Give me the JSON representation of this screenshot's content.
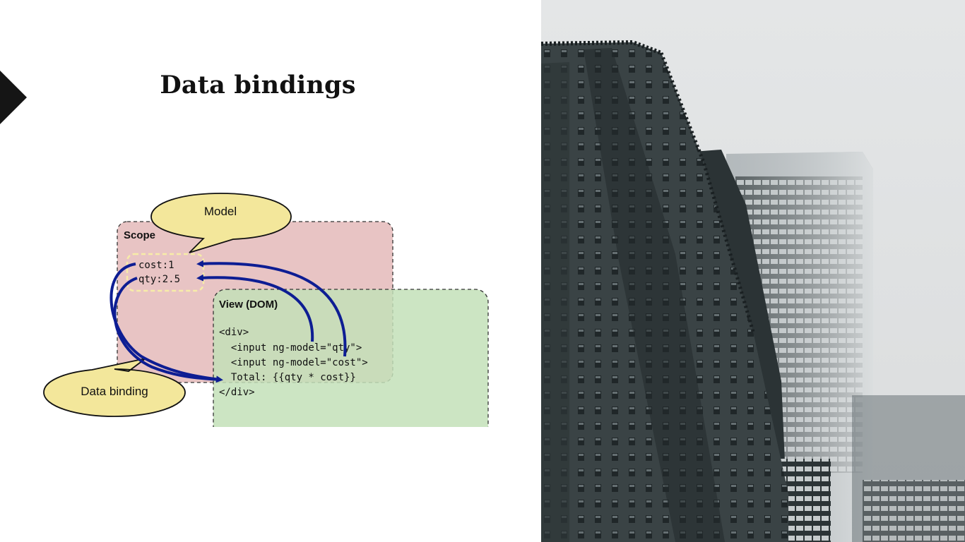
{
  "slide": {
    "title": "Data bindings"
  },
  "diagram": {
    "scope_label": "Scope",
    "model_label": "Model",
    "view_label": "View (DOM)",
    "data_binding_label": "Data binding",
    "scope_values": [
      "cost:1",
      "qty:2.5"
    ],
    "view_code": [
      "<div>",
      "  <input ng-model=\"qty\">",
      "  <input ng-model=\"cost\">",
      "  Total: {{qty * cost}}",
      "</div>"
    ],
    "colors": {
      "scope_fill": "#e8c4c4",
      "view_fill": "#c9e3c1",
      "bubble_fill": "#f3e79b",
      "arrow": "#0d1d93"
    }
  },
  "photo": {
    "description_icon": "skyscraper-photo"
  }
}
